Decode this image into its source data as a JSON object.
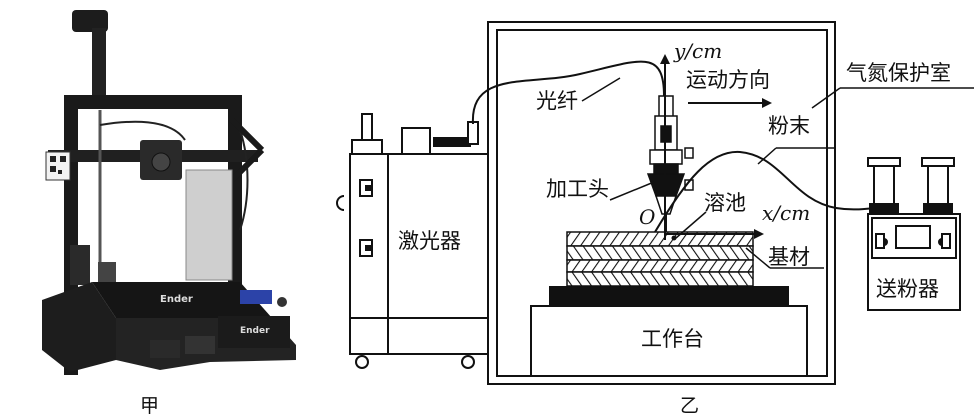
{
  "captions": {
    "left": "甲",
    "right": "乙"
  },
  "labels": {
    "optical_fiber": "光纤",
    "motion_direction": "运动方向",
    "argon_chamber": "气氮保护室",
    "powder": "粉末",
    "processing_head": "加工头",
    "molten_pool": "溶池",
    "substrate": "基材",
    "laser": "激光器",
    "powder_feeder": "送粉器",
    "worktable": "工作台",
    "origin": "O",
    "y_axis": "y/cm",
    "x_axis": "x/cm"
  },
  "printer": {
    "brand": "Ender"
  }
}
